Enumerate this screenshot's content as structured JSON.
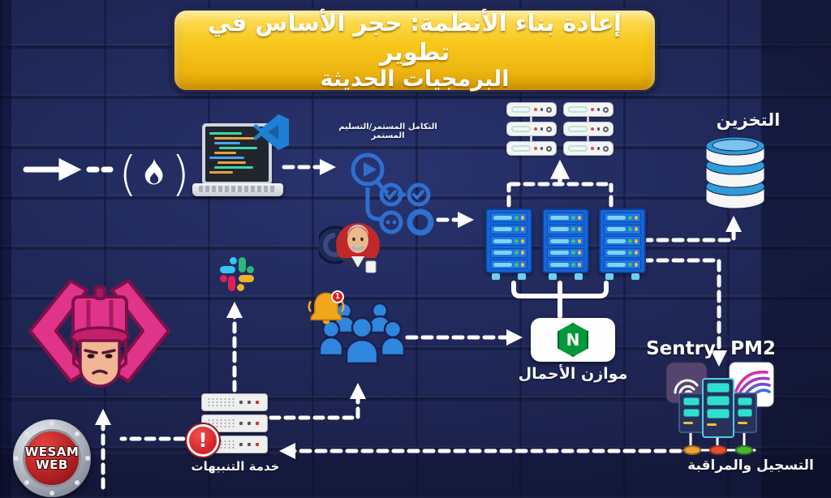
{
  "title": {
    "line1": "إعادة بناء الأنظمة: حجر الأساس في تطوير",
    "line2": "البرمجيات الحديثة"
  },
  "labels": {
    "cicd": "التكامل المستمر/التسليم المستمر",
    "storage": "التخزين",
    "load_balancer": "موازن الأحمال",
    "logging_monitoring": "التسجيل والمراقبة",
    "alerts_service": "خدمة التنبيهات",
    "sentry": "Sentry",
    "pm2": "PM2"
  },
  "badges": {
    "nginx_letter": "N",
    "bell_count": "1",
    "alert_mark": "!"
  },
  "ci_logo": {
    "open": "(",
    "close": ")"
  },
  "logo": {
    "line1": "WESAM",
    "line2": "WEB"
  },
  "colors": {
    "background": "#1a2150",
    "banner_gold": "#f2c21e",
    "pipeline_blue": "#2f6fd0",
    "rack_blue": "#1565d8",
    "nginx_green": "#029939",
    "storage_blue": "#2d9cdb",
    "alert_red": "#d7282f",
    "monitor_teal": "#2fe0d2",
    "users_blue": "#2e86de",
    "bell_yellow": "#f2a71b",
    "galactus_pink": "#e0338a",
    "slack": [
      "#36C5F0",
      "#2EB67D",
      "#E01E5A",
      "#ECB22E"
    ]
  }
}
